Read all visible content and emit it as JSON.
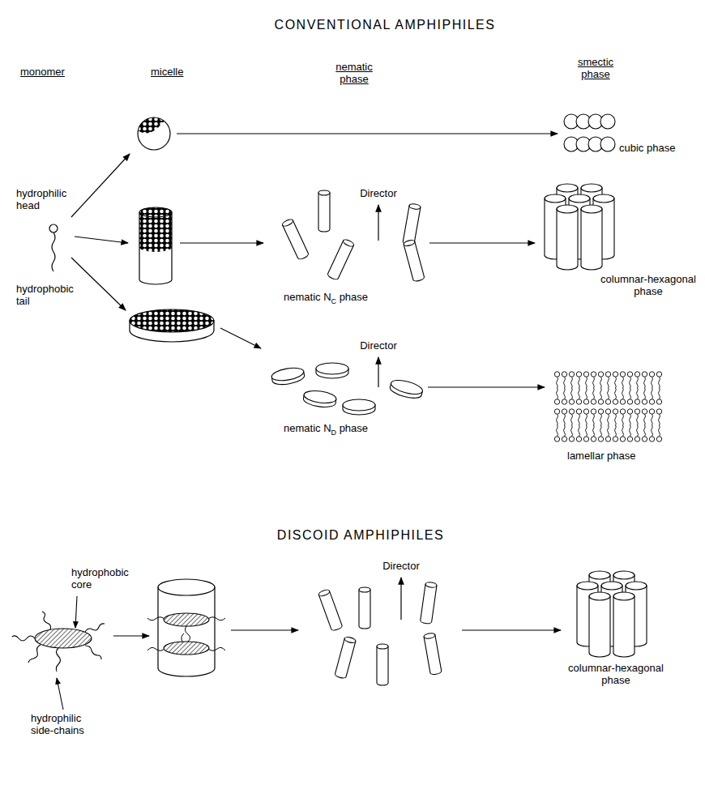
{
  "diagram": {
    "title": "CONVENTIONAL AMPHIPHILES",
    "labels": [
      "monomer",
      "micelle",
      "nematic phase",
      "smectic phase",
      "hydrophilic head",
      "hydrophobic tail",
      "cubic phase",
      "Director",
      "nematic NC phase",
      "columnar-hexagonal phase",
      "Director",
      "nematic ND phase",
      "lamellar phase",
      "DISCOID AMPHIPHILES",
      "hydrophobic core",
      "hydrophilic side-chains",
      "Director",
      "columnar-hexagonal phase"
    ]
  }
}
